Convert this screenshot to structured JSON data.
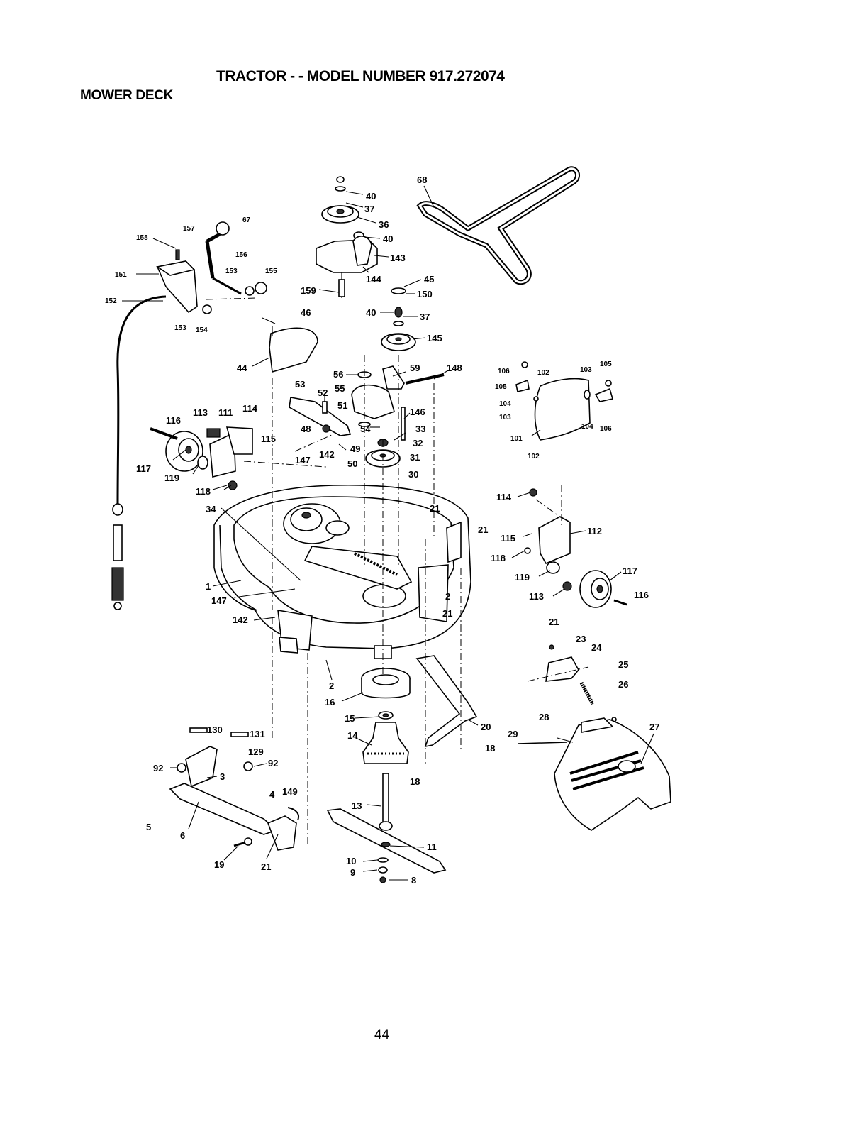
{
  "header": {
    "title": "TRACTOR - - MODEL NUMBER 917.272074",
    "section": "MOWER DECK"
  },
  "footer": {
    "page_number": "44"
  },
  "callouts": [
    "40",
    "37",
    "36",
    "40",
    "143",
    "144",
    "159",
    "45",
    "150",
    "40",
    "37",
    "145",
    "68",
    "157",
    "67",
    "158",
    "156",
    "151",
    "153",
    "155",
    "152",
    "153",
    "154",
    "46",
    "44",
    "56",
    "59",
    "148",
    "55",
    "52",
    "53",
    "51",
    "146",
    "54",
    "33",
    "48",
    "49",
    "50",
    "32",
    "31",
    "142",
    "147",
    "30",
    "113",
    "111",
    "114",
    "116",
    "115",
    "117",
    "119",
    "118",
    "34",
    "21",
    "21",
    "1",
    "147",
    "2",
    "21",
    "142",
    "2",
    "16",
    "15",
    "14",
    "20",
    "18",
    "18",
    "130",
    "131",
    "129",
    "92",
    "92",
    "3",
    "4",
    "149",
    "5",
    "6",
    "19",
    "21",
    "13",
    "11",
    "10",
    "9",
    "8",
    "106",
    "102",
    "103",
    "105",
    "105",
    "104",
    "103",
    "101",
    "104",
    "106",
    "102",
    "114",
    "112",
    "115",
    "118",
    "119",
    "117",
    "113",
    "116",
    "21",
    "23",
    "24",
    "25",
    "26",
    "28",
    "27",
    "29"
  ]
}
